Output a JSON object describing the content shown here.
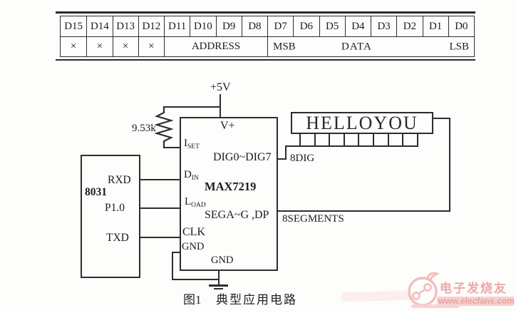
{
  "table": {
    "bits": [
      "D15",
      "D14",
      "D13",
      "D12",
      "D11",
      "D10",
      "D9",
      "D8",
      "D7",
      "D6",
      "D5",
      "D4",
      "D3",
      "D2",
      "D1",
      "D0"
    ],
    "dontcare": [
      "×",
      "×",
      "×",
      "×"
    ],
    "address_label": "ADDRESS",
    "msb_label": "MSB",
    "data_label": "DATA",
    "lsb_label": "LSB"
  },
  "circuit": {
    "supply_label": "+5V",
    "resistor_value": "9.53k",
    "mcu": {
      "name": "8031",
      "pin_rxd": "RXD",
      "pin_p10": "P1.0",
      "pin_txd": "TXD"
    },
    "driver": {
      "name": "MAX7219",
      "pin_vplus": "V+",
      "pin_iset": {
        "base": "I",
        "sub": "SET"
      },
      "pin_din": {
        "base": "D",
        "sub": "IN"
      },
      "pin_load": {
        "base": "L",
        "sub": "OAD"
      },
      "pin_digs": "DIG0~DIG7",
      "pin_segs": "SEGA~G ,DP",
      "pin_clk": "CLK",
      "pin_gnd_left": "GND",
      "pin_gnd_bottom": "GND"
    },
    "display_text": "HELLOYOU",
    "dig_bus_label": "8DIG",
    "seg_bus_label": "8SEGMENTS"
  },
  "caption": {
    "figure": "图1",
    "title": "典型应用电路"
  },
  "watermark": {
    "brand": "电子发烧友",
    "url": "www.elecfans.com",
    "accent": "#eda8a8"
  }
}
